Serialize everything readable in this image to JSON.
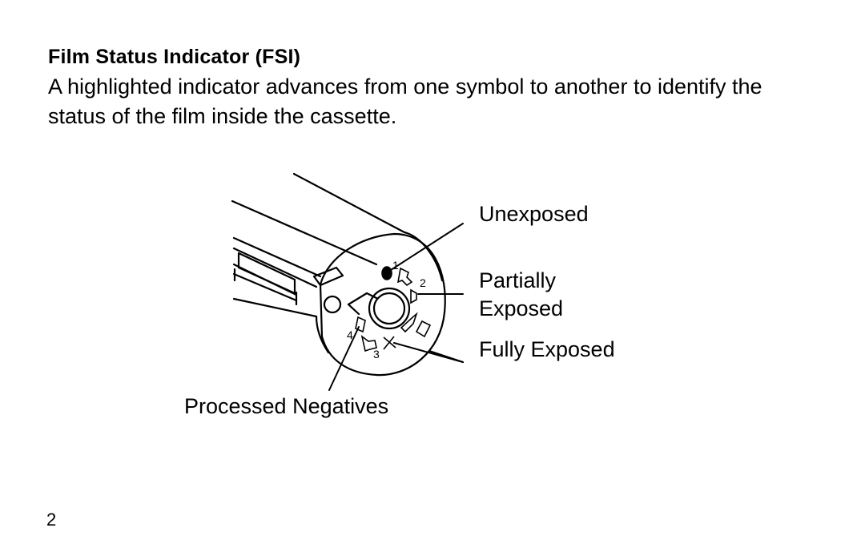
{
  "section": {
    "heading": "Film Status Indicator (FSI)",
    "paragraph": "A highlighted indicator advances from one symbol to another to identify the status of the film inside the cassette."
  },
  "diagram": {
    "labels": {
      "unexposed": "Unexposed",
      "partially_exposed": "Partially Exposed",
      "fully_exposed": "Fully Exposed",
      "processed_negatives": "Processed Negatives"
    },
    "symbol_numbers": [
      "1",
      "2",
      "3",
      "4"
    ]
  },
  "footer": {
    "page_number": "2"
  }
}
